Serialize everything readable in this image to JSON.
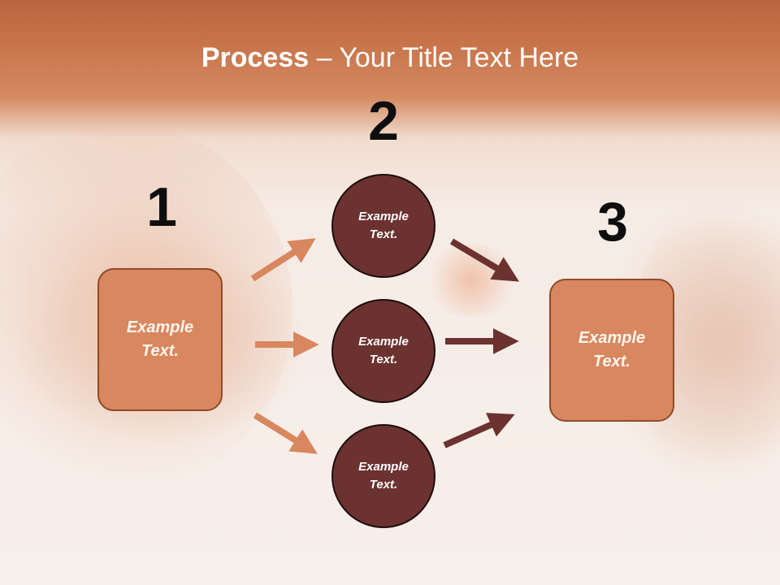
{
  "title": {
    "bold": "Process",
    "rest": " – Your Title Text Here"
  },
  "steps": {
    "one": "1",
    "two": "2",
    "three": "3"
  },
  "box_left": {
    "line1": "Example",
    "line2": "Text."
  },
  "box_right": {
    "line1": "Example",
    "line2": "Text."
  },
  "circles": [
    {
      "line1": "Example",
      "line2": "Text."
    },
    {
      "line1": "Example",
      "line2": "Text."
    },
    {
      "line1": "Example",
      "line2": "Text."
    }
  ],
  "colors": {
    "box": "#d8875f",
    "circle": "#6b3230",
    "arrow_light": "#d8875f",
    "arrow_dark": "#6b3230"
  }
}
